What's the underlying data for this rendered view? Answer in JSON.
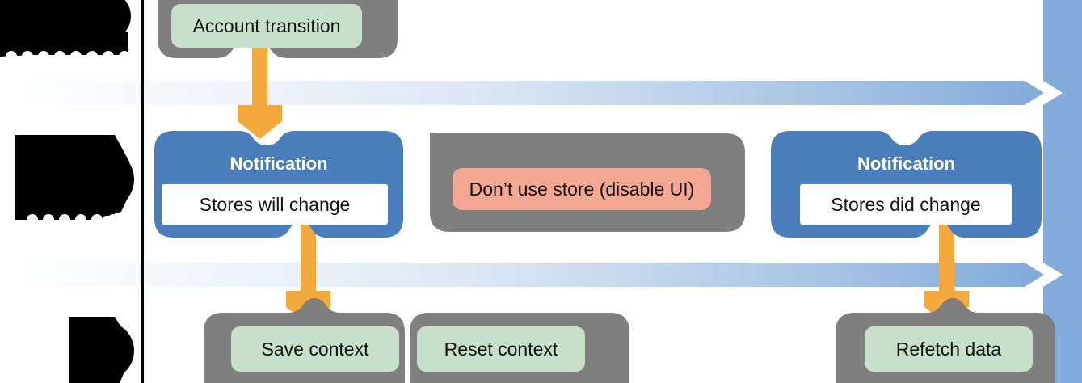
{
  "diagram": {
    "title_row_divider": "vertical-black-rule",
    "colors": {
      "container_gray": "#7f7f7f",
      "green_node": "#c6e0ca",
      "blue_notification": "#4a7ebb",
      "pink_node": "#f4a894",
      "arrow_orange": "#f4a93f",
      "swimlane_blue": "#82aada",
      "swimlane_blue_light": "#c6d9ef",
      "white": "#ffffff",
      "black": "#000000"
    },
    "redacted_blocks": [
      {
        "name": "redacted-lane-label-1"
      },
      {
        "name": "redacted-lane-label-2"
      },
      {
        "name": "redacted-lane-label-3"
      }
    ],
    "lanes": [
      {
        "id": "lane-top",
        "label": ""
      },
      {
        "id": "lane-middle",
        "label": ""
      },
      {
        "id": "lane-bottom",
        "label": ""
      }
    ],
    "nodes": {
      "account_transition": "Account transition",
      "notification_title_left": "Notification",
      "stores_will_change": "Stores will change",
      "dont_use_store": "Don’t use store (disable UI)",
      "notification_title_right": "Notification",
      "stores_did_change": "Stores did change",
      "save_context": "Save context",
      "reset_context": "Reset context",
      "refetch_data": "Refetch data"
    },
    "arrows": [
      {
        "name": "arrow-account-to-will-change",
        "from": "account_transition",
        "to": "stores_will_change"
      },
      {
        "name": "arrow-will-change-to-save-context",
        "from": "stores_will_change",
        "to": "save_context"
      },
      {
        "name": "arrow-did-change-to-refetch",
        "from": "stores_did_change",
        "to": "refetch_data"
      }
    ]
  }
}
